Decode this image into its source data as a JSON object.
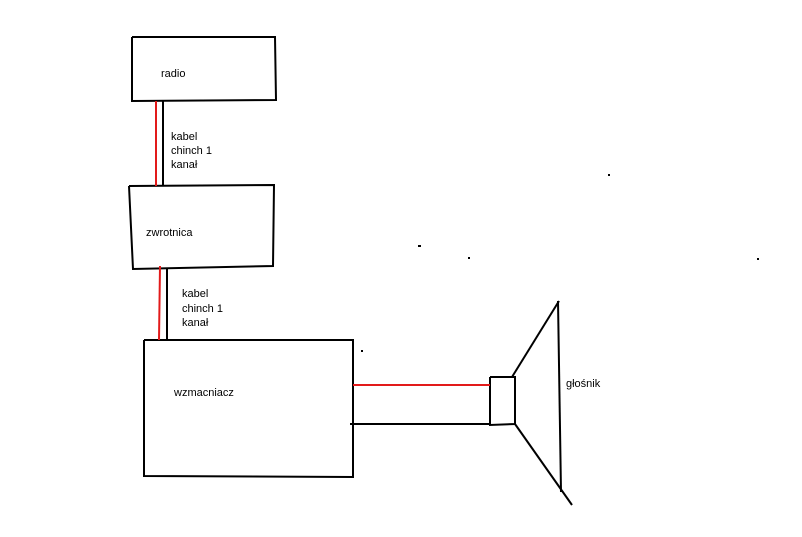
{
  "diagram": {
    "nodes": {
      "radio": "radio",
      "crossover": "zwrotnica",
      "amplifier": "wzmacniacz",
      "speaker": "głośnik"
    },
    "cables": [
      {
        "line1": "kabel",
        "line2": "chinch 1",
        "line3": "kanał"
      },
      {
        "line1": "kabel",
        "line2": "chinch 1",
        "line3": "kanał"
      }
    ],
    "colors": {
      "positive_wire": "#e21a1a",
      "negative_wire": "#000000"
    }
  }
}
